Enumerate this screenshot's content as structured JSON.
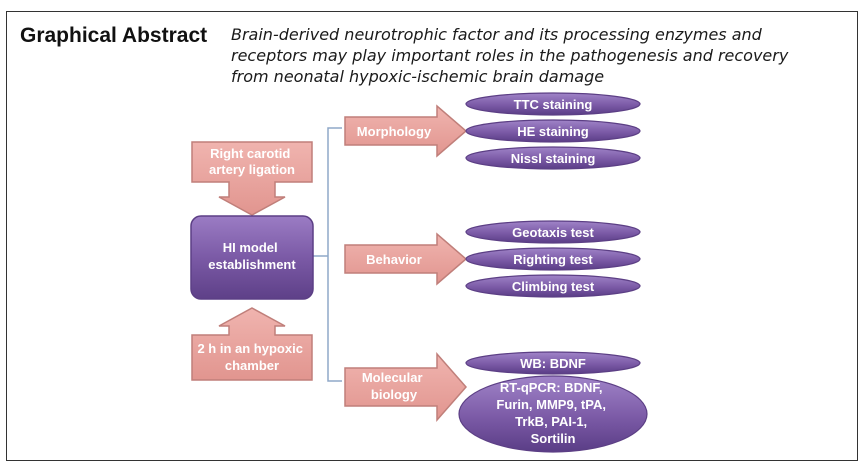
{
  "header": {
    "title": "Graphical Abstract",
    "subtitle_lines": [
      "Brain-derived neurotrophic factor and its processing enzymes and",
      "receptors may play important roles in the pathogenesis and recovery",
      "from neonatal hypoxic-ischemic brain damage"
    ]
  },
  "inputs": {
    "ligation": [
      "Right carotid",
      "artery ligation"
    ],
    "hypoxic": [
      "2 h in an hypoxic",
      "chamber"
    ]
  },
  "model": [
    "HI model",
    "establishment"
  ],
  "categories": {
    "morphology": [
      "Morphology"
    ],
    "behavior": [
      "Behavior"
    ],
    "molecular": [
      "Molecular",
      "biology"
    ]
  },
  "assays": {
    "morphology": [
      "TTC staining",
      "HE staining",
      "Nissl staining"
    ],
    "behavior": [
      "Geotaxis test",
      "Righting test",
      "Climbing test"
    ],
    "molecular_wb": "WB: BDNF",
    "molecular_pcr": [
      "RT-qPCR: BDNF,",
      "Furin, MMP9, tPA,",
      "TrkB, PAI-1,",
      "Sortilin"
    ]
  },
  "colors": {
    "salmon_fill": "#E8A39E",
    "salmon_stroke": "#C07F7A",
    "purple_fill": "#7B5AA6",
    "purple_dark": "#5C3F85",
    "bracket": "#8FA8C8"
  }
}
